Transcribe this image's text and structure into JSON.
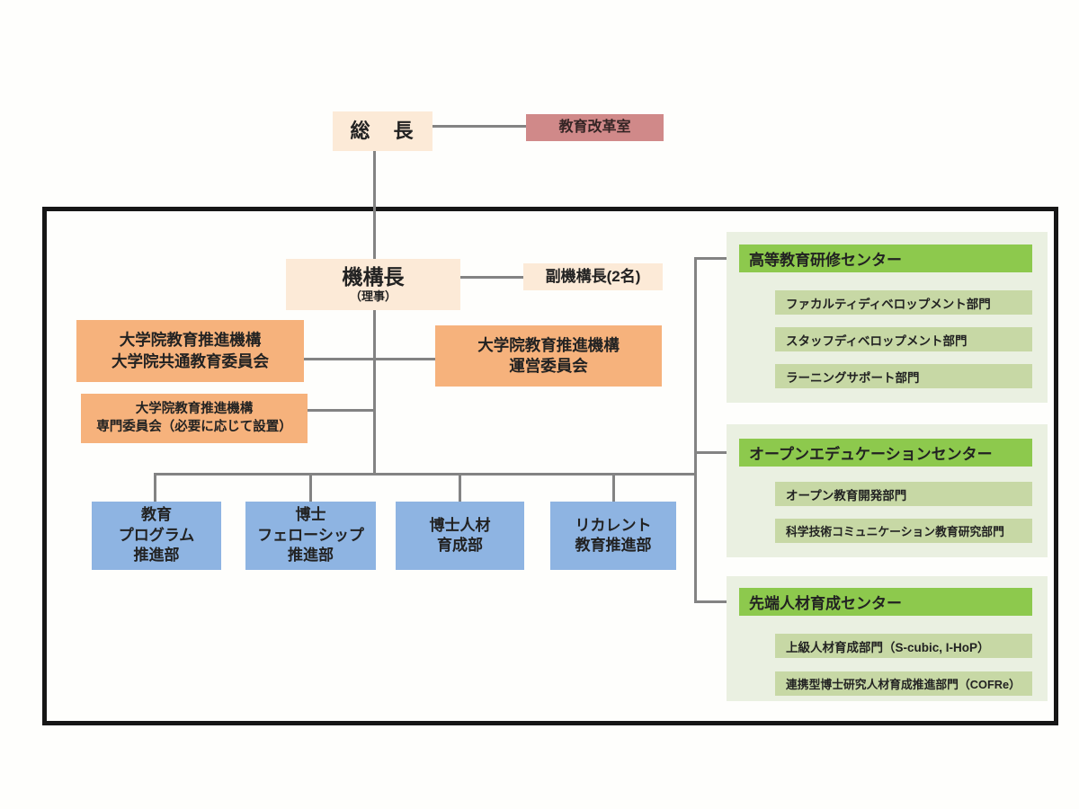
{
  "org": {
    "president": "総　長",
    "reform_office": "教育改革室",
    "director_title": "機構長",
    "director_note": "（理事）",
    "vice_director": "副機構長(2名)",
    "committee_common": "大学院教育推進機構\n大学院共通教育委員会",
    "committee_steering": "大学院教育推進機構\n運営委員会",
    "committee_special": "大学院教育推進機構\n専門委員会（必要に応じて設置）",
    "departments": [
      {
        "label": "教育\nプログラム\n推進部"
      },
      {
        "label": "博士\nフェローシップ\n推進部"
      },
      {
        "label": "博士人材\n育成部"
      },
      {
        "label": "リカレント\n教育推進部"
      }
    ],
    "centers": [
      {
        "title": "高等教育研修センター",
        "divisions": [
          "ファカルティディベロップメント部門",
          "スタッフディベロップメント部門",
          "ラーニングサポート部門"
        ]
      },
      {
        "title": "オープンエデュケーションセンター",
        "divisions": [
          "オープン教育開発部門",
          "科学技術コミュニケーション教育研究部門"
        ]
      },
      {
        "title": "先端人材育成センター",
        "divisions": [
          "上級人材育成部門（S-cubic, I-HoP）",
          "連携型博士研究人材育成推進部門（COFRe）"
        ]
      }
    ]
  },
  "colors": {
    "peach_box": "#fcead7",
    "rose_box": "#d08989",
    "orange_box": "#f6b27c",
    "blue_box": "#8eb4e2",
    "center_header_green": "#8dc94d",
    "division_green": "#c7d8a5",
    "panel_background": "#eaf0e1",
    "connector_gray": "#838383",
    "frame_black": "#161616"
  }
}
